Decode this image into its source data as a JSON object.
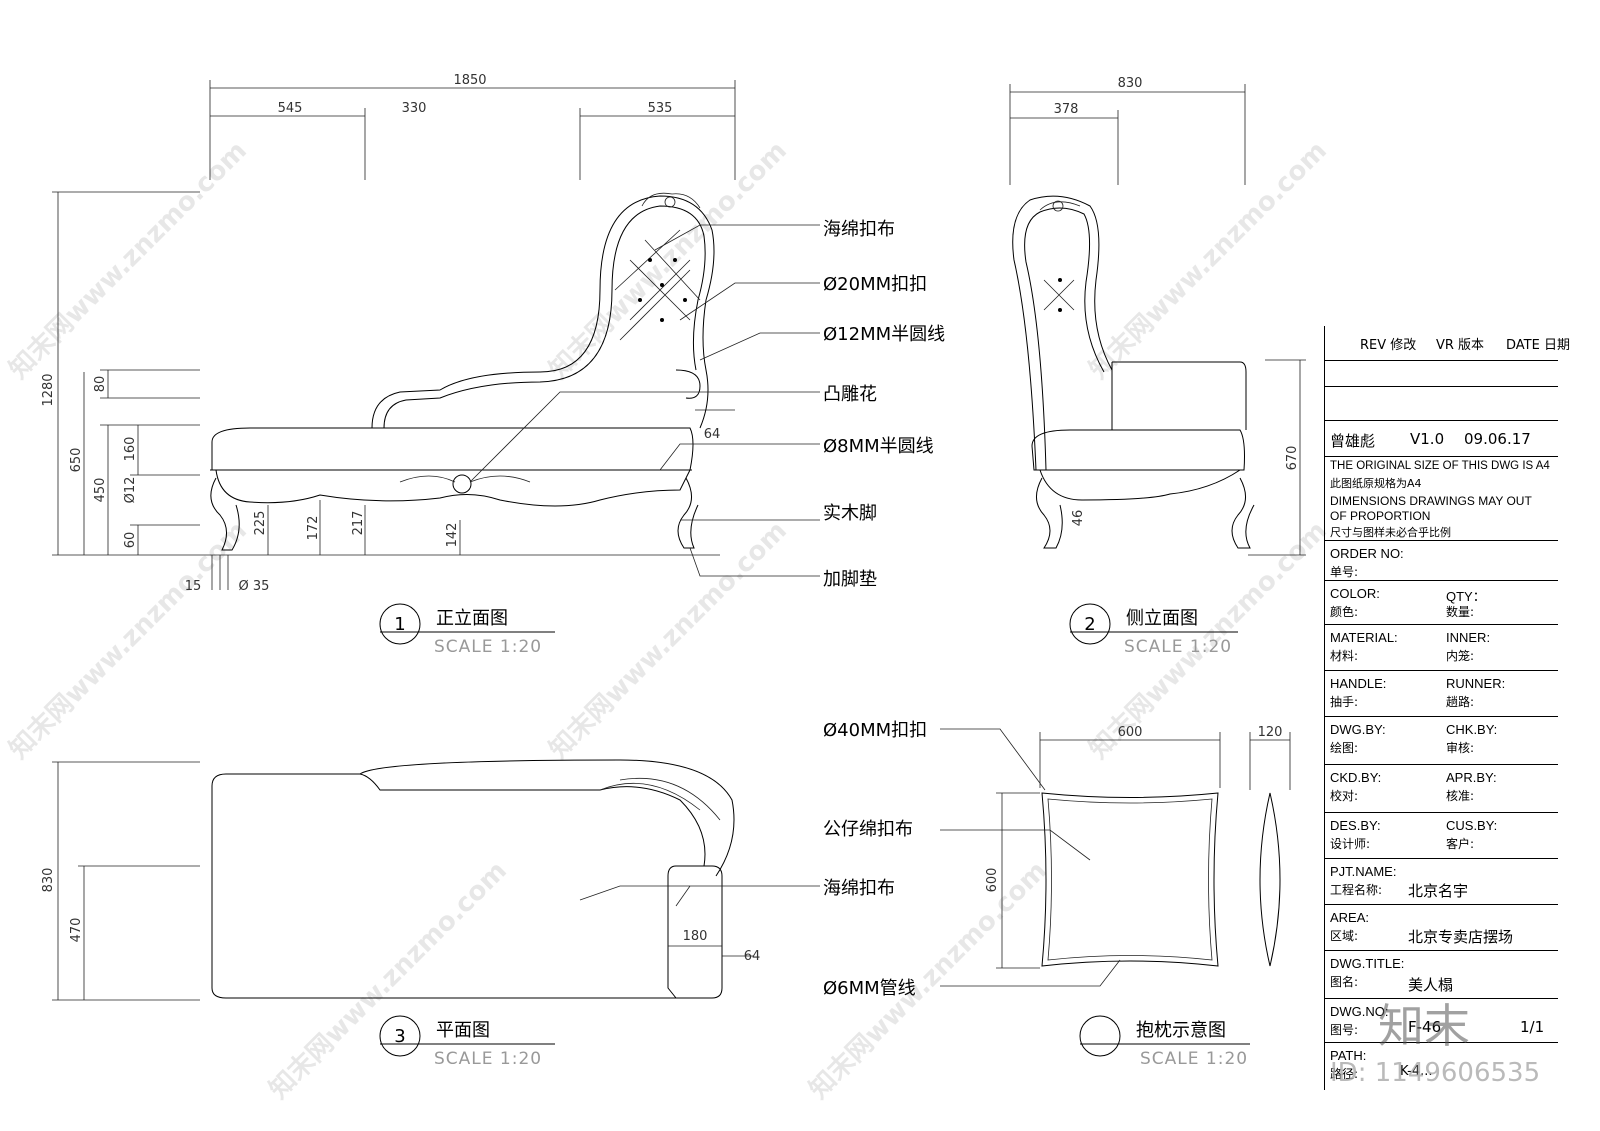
{
  "dims": {
    "front_total": "1850",
    "front_a": "545",
    "front_b": "330",
    "front_c": "535",
    "front_height": "1280",
    "front_seat": "650",
    "front_80": "80",
    "front_160": "160",
    "front_450": "450",
    "front_12": "Ø12",
    "front_60": "60",
    "front_225": "225",
    "front_172": "172",
    "front_217": "217",
    "front_142": "142",
    "front_64": "64",
    "front_15": "15",
    "front_35": "Ø 35",
    "side_total": "830",
    "side_378": "378",
    "side_670": "670",
    "side_46": "46",
    "plan_830": "830",
    "plan_470": "470",
    "plan_180": "180",
    "plan_64": "64",
    "pillow_600w": "600",
    "pillow_120": "120",
    "pillow_600h": "600"
  },
  "callouts": {
    "sponge_fabric": "海绵扣布",
    "button_20": "Ø20MM扣扣",
    "half_round_12": "Ø12MM半圆线",
    "relief_carving": "凸雕花",
    "half_round_8": "Ø8MM半圆线",
    "solid_wood_leg": "实木脚",
    "foot_pad": "加脚垫",
    "button_40": "Ø40MM扣扣",
    "doll_cotton": "公仔绵扣布",
    "sponge_fabric_2": "海绵扣布",
    "pipe_6": "Ø6MM管线"
  },
  "views": [
    {
      "num": "1",
      "title": "正立面图",
      "scale": "SCALE 1:20"
    },
    {
      "num": "2",
      "title": "侧立面图",
      "scale": "SCALE 1:20"
    },
    {
      "num": "3",
      "title": "平面图",
      "scale": "SCALE 1:20"
    },
    {
      "num": "",
      "title": "抱枕示意图",
      "scale": "SCALE 1:20"
    }
  ],
  "title_block": {
    "rev": "REV 修改",
    "vr": "VR 版本",
    "date": "DATE 日期",
    "designer_name": "曾雄彪",
    "version": "V1.0",
    "date_value": "09.06.17",
    "note1": "THE ORIGINAL SIZE OF THIS DWG IS A4",
    "note2": "此图纸原规格为A4",
    "note3": "DIMENSIONS DRAWINGS MAY OUT",
    "note4": "OF PROPORTION",
    "note5": "尺寸与图样未必合乎比例",
    "order_no": "ORDER NO:",
    "order_no_zh": "单号:",
    "color": "COLOR:",
    "color_zh": "颜色:",
    "qty": "QTY：",
    "qty_zh": "数量:",
    "material": "MATERIAL:",
    "material_zh": "材料:",
    "inner": "INNER:",
    "inner_zh": "内笼:",
    "handle": "HANDLE:",
    "handle_zh": "抽手:",
    "runner": "RUNNER:",
    "runner_zh": "趟路:",
    "dwg_by": "DWG.BY:",
    "dwg_by_zh": "绘图:",
    "chk_by": "CHK.BY:",
    "chk_by_zh": "审核:",
    "ckd_by": "CKD.BY:",
    "ckd_by_zh": "校对:",
    "apr_by": "APR.BY:",
    "apr_by_zh": "核准:",
    "des_by": "DES.BY:",
    "des_by_zh": "设计师:",
    "cus_by": "CUS.BY:",
    "cus_by_zh": "客户:",
    "pjt_name": "PJT.NAME:",
    "pjt_name_zh": "工程名称:",
    "pjt_value": "北京名宇",
    "area": "AREA:",
    "area_zh": "区域:",
    "area_value": "北京专卖店摆场",
    "dwg_title": "DWG.TITLE:",
    "dwg_title_zh": "图名:",
    "dwg_title_value": "美人榻",
    "dwg_no": "DWG.NO:",
    "dwg_no_zh": "图号:",
    "dwg_no_value": "F-46",
    "sheet": "1/1",
    "path": "PATH:",
    "path_zh": "路径:",
    "path_value": "K-4..."
  },
  "watermark": {
    "text": "知末网www.znzmo.com",
    "logo": "知末",
    "image_id": "ID: 1149606535"
  }
}
